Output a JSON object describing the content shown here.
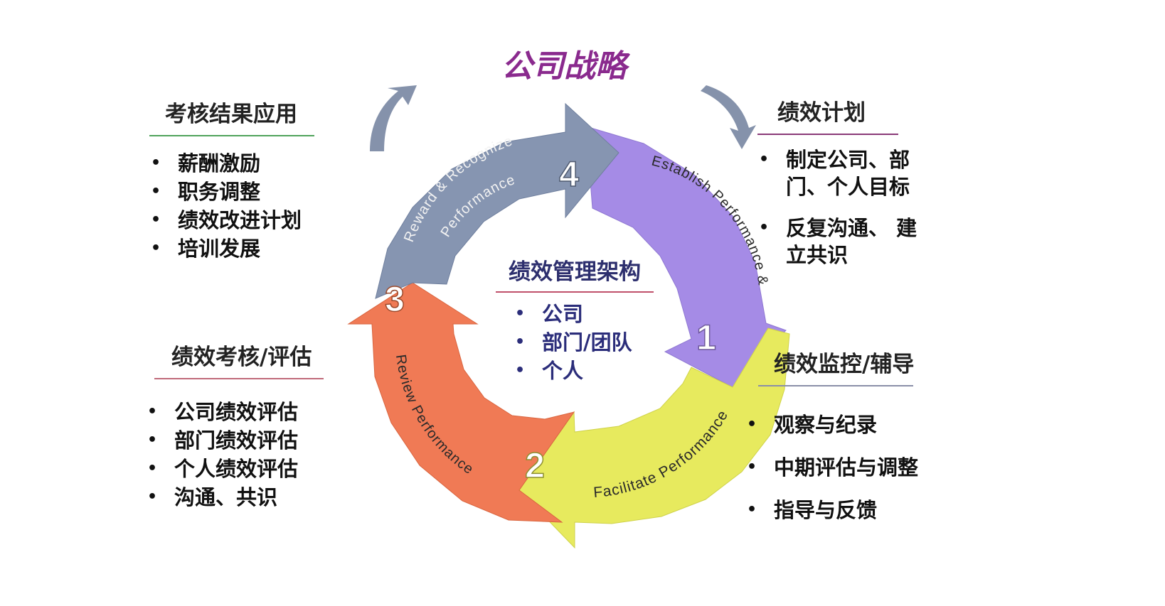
{
  "title": "公司战略",
  "center": {
    "title": "绩效管理架构",
    "items": [
      "公司",
      "部门/团队",
      "个人"
    ]
  },
  "segments": [
    {
      "number": "1",
      "label": "Establish Performance & Development Plan",
      "color": "#a58be6"
    },
    {
      "number": "2",
      "label": "Facilitate Performance",
      "color": "#e7ea5e"
    },
    {
      "number": "3",
      "label": "Review Performance",
      "color": "#f07a55"
    },
    {
      "number": "4",
      "label_line1": "Reward & Recognize",
      "label_line2": "Performance",
      "color": "#8695b1"
    }
  ],
  "panels": {
    "top_left": {
      "title": "考核结果应用",
      "items": [
        "薪酬激励",
        "职务调整",
        "绩效改进计划",
        "培训发展"
      ]
    },
    "top_right": {
      "title": "绩效计划",
      "items": [
        [
          "制定公司、部",
          "门、个人目标"
        ],
        [
          "反复沟通、 建",
          "立共识"
        ]
      ]
    },
    "bottom_left": {
      "title": "绩效考核/评估",
      "items": [
        "公司绩效评估",
        "部门绩效评估",
        "个人绩效评估",
        "沟通、共识"
      ]
    },
    "bottom_right": {
      "title": "绩效监控/辅导",
      "items": [
        "观察与纪录",
        "中期评估与调整",
        "指导与反馈"
      ]
    }
  }
}
